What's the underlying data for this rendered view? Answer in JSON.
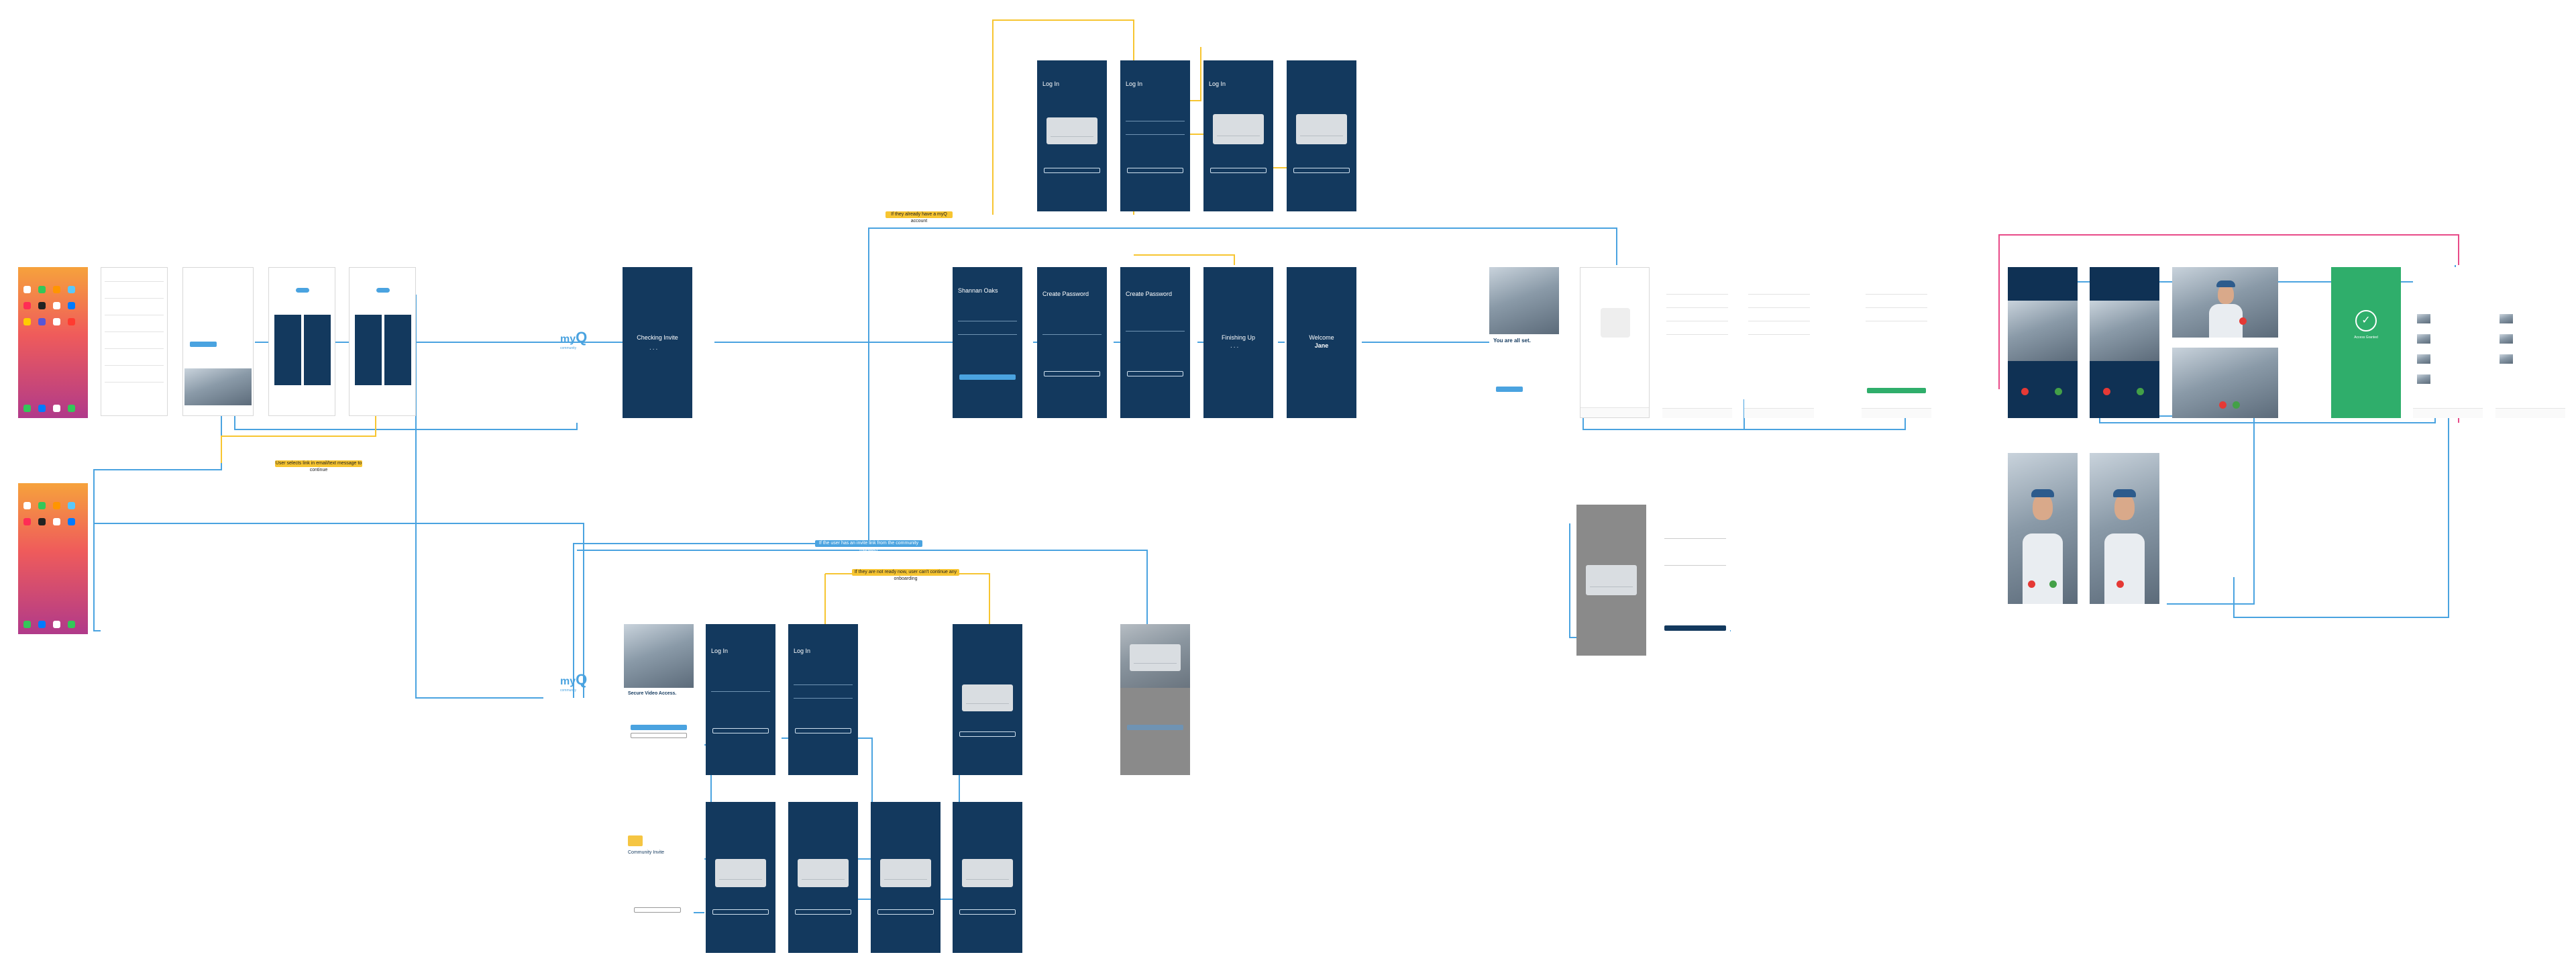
{
  "brand": {
    "logo_mark": "my",
    "logo_q": "Q",
    "logo_sub": "community",
    "accent": "#4aa3e0",
    "dark_screen": "#13395e",
    "note_yellow": "#f7c531",
    "success_green": "#2fae6b",
    "link_pink": "#e84a88"
  },
  "notes": {
    "already_have_account": "If they already have a myQ account",
    "community_invite_link": "If the user has an invite link from the community manager",
    "not_ready": "If they are not ready now, user can't continue any onboarding",
    "select_link": "User selects link in email/text message to continue"
  },
  "screens": {
    "checking_invite": "Checking Invite",
    "log_in": "Log In",
    "create_password": "Create Password",
    "finishing_up": "Finishing Up",
    "welcome": "Welcome",
    "welcome_name": "Jane",
    "all_set": "You are all set.",
    "secure_video_access": "Secure Video Access.",
    "community_invite": "Community Invite",
    "access_granted": "Access Granted"
  },
  "icons": {
    "check": "check-icon",
    "envelope": "envelope-icon",
    "decline": "decline-call-icon",
    "accept": "accept-call-icon"
  }
}
